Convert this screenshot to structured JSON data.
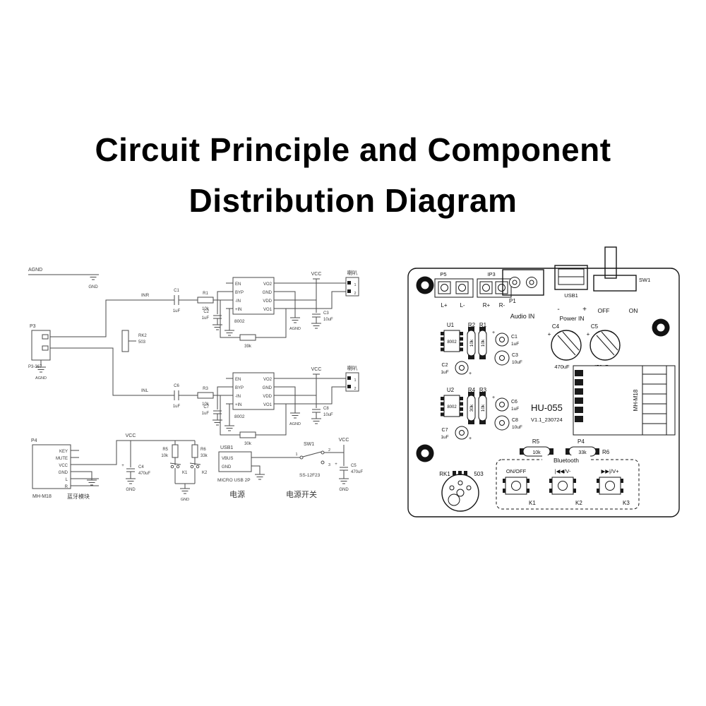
{
  "title": {
    "line1": "Circuit Principle and Component",
    "line2": "Distribution Diagram"
  },
  "schematic": {
    "plus": "+",
    "nets": {
      "agnd": "AGND",
      "gnd": "GND",
      "vcc": "VCC",
      "inr": "INR",
      "inl": "INL"
    },
    "amp": {
      "pins_left": [
        "EN",
        "BYP",
        "-IN",
        "+IN"
      ],
      "pins_right": [
        "VO2",
        "GND",
        "VDD",
        "VO1"
      ],
      "part": "8002"
    },
    "speaker": {
      "label": "喇叭",
      "pin1": "1",
      "pin2": "2"
    },
    "jack": {
      "ref": "P3",
      "part": "P3-367"
    },
    "pot": {
      "ref": "RK2",
      "value": "503"
    },
    "ch1": {
      "cin_ref": "C1",
      "cin_val": "1uF",
      "rin_ref": "R1",
      "rin_val": "10k",
      "rfb_val": "39k",
      "cbyp_ref": "C2",
      "cbyp_val": "1uF",
      "crail_ref": "C3",
      "crail_val": "10uF"
    },
    "ch2": {
      "cin_ref": "C6",
      "cin_val": "1uF",
      "rin_ref": "R3",
      "rin_val": "10k",
      "rfb_val": "30k",
      "cbyp_ref": "C7",
      "cbyp_val": "1uF",
      "crail_ref": "C8",
      "crail_val": "10uF"
    },
    "bt": {
      "ref": "P4",
      "pins": [
        "KEY",
        "MUTE",
        "VCC",
        "GND",
        "L",
        "R"
      ],
      "part": "MH-M18",
      "name_cn": "蓝牙模块",
      "cap_ref": "C4",
      "cap_val": "470uF",
      "r5_ref": "R5",
      "r5_val": "10k",
      "r6_ref": "R6",
      "r6_val": "33k",
      "k1": "K1",
      "k2": "K2"
    },
    "usb": {
      "ref": "USB1",
      "pins": [
        "VBUS",
        "GND"
      ],
      "part": "MICRO USB 2P",
      "name_cn": "电源"
    },
    "sw": {
      "ref": "SW1",
      "part": "SS-12F23",
      "name_cn": "电源开关",
      "pin1": "1",
      "pin2": "2",
      "pin3": "3",
      "cap_ref": "C5",
      "cap_val": "470uF"
    }
  },
  "pcb": {
    "board": {
      "model": "HU-055",
      "version": "V1.1_230724"
    },
    "top": {
      "p5": "P5",
      "ip3": "IP3",
      "lp": "L+",
      "lm": "L-",
      "rp": "R+",
      "rm": "R-",
      "p1": "P1",
      "audio_in": "Audio IN",
      "usb1": "USB1",
      "minus": "-",
      "plus": "+",
      "power_in": "Power IN",
      "sw1": "SW1",
      "off": "OFF",
      "on": "ON"
    },
    "caps_big": {
      "c4": "C4",
      "c4_val": "470uF",
      "c5": "C5",
      "c5_val": "470uF",
      "plus": "+"
    },
    "u1": {
      "ref": "U1",
      "part": "8002",
      "r2": "R2",
      "r1": "R1",
      "r2_val": "10k",
      "r1_val": "10k",
      "c1": "C1",
      "c1_val": "1uF",
      "c3": "C3",
      "c3_val": "10uF",
      "c2": "C2",
      "c2_val": "1uF",
      "plus": "+"
    },
    "u2": {
      "ref": "U2",
      "part": "8002",
      "r4": "R4",
      "r3": "R3",
      "r4_val": "30k",
      "r3_val": "10k",
      "c6": "C6",
      "c6_val": "1uF",
      "c8": "C8",
      "c8_val": "10uF",
      "c7": "C7",
      "c7_val": "1uF",
      "plus": "+"
    },
    "module": {
      "part": "MH-M18",
      "p4": "P4"
    },
    "rrow": {
      "r5": "R5",
      "r5_val": "10k",
      "r6_val": "33k",
      "r6": "R6"
    },
    "bt_panel": {
      "label": "Bluetooth",
      "btn1": "ON/OFF",
      "btn2": "|◀◀/V-",
      "btn3": "▶▶|/V+",
      "k1": "K1",
      "k2": "K2",
      "k3": "K3"
    },
    "pot": {
      "ref": "RK1",
      "value": "503"
    }
  }
}
